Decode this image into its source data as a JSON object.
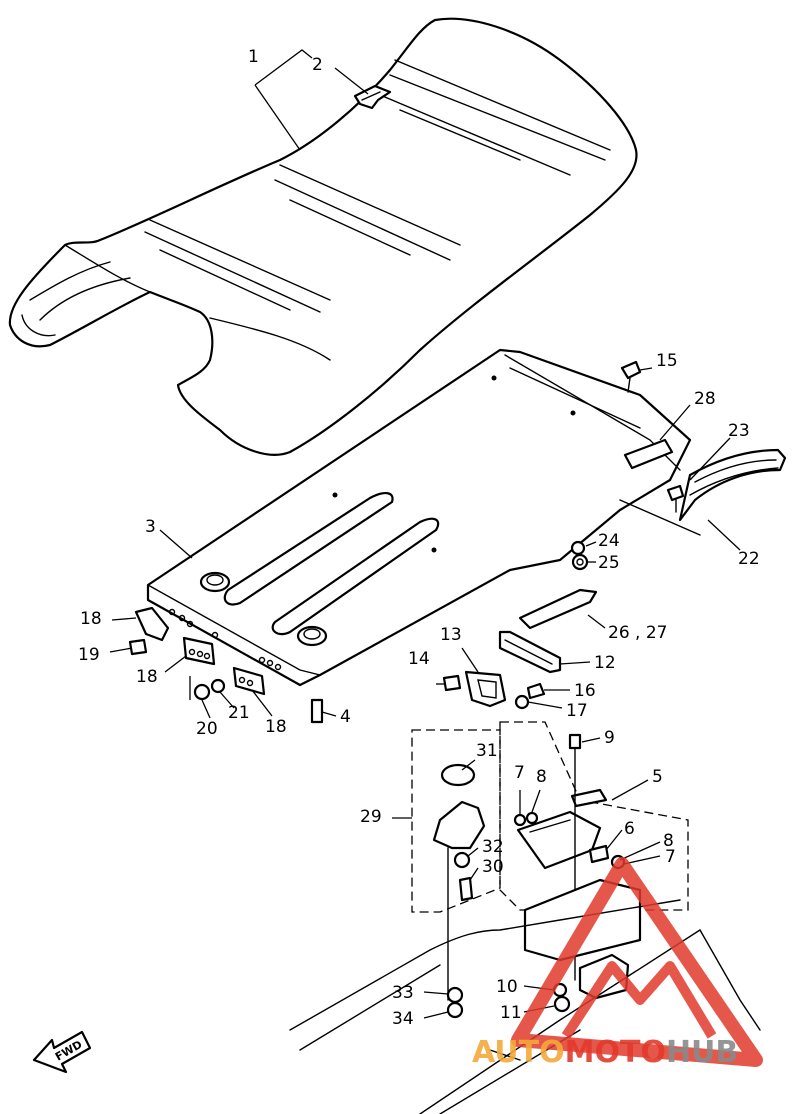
{
  "parts": [
    {
      "id": "1",
      "label": "1"
    },
    {
      "id": "2",
      "label": "2"
    },
    {
      "id": "3",
      "label": "3"
    },
    {
      "id": "4",
      "label": "4"
    },
    {
      "id": "5",
      "label": "5"
    },
    {
      "id": "6",
      "label": "6"
    },
    {
      "id": "7a",
      "label": "7"
    },
    {
      "id": "7b",
      "label": "7"
    },
    {
      "id": "8a",
      "label": "8"
    },
    {
      "id": "8b",
      "label": "8"
    },
    {
      "id": "9",
      "label": "9"
    },
    {
      "id": "10",
      "label": "10"
    },
    {
      "id": "11",
      "label": "11"
    },
    {
      "id": "12",
      "label": "12"
    },
    {
      "id": "13",
      "label": "13"
    },
    {
      "id": "14",
      "label": "14"
    },
    {
      "id": "15",
      "label": "15"
    },
    {
      "id": "16",
      "label": "16"
    },
    {
      "id": "17",
      "label": "17"
    },
    {
      "id": "18a",
      "label": "18"
    },
    {
      "id": "18b",
      "label": "18"
    },
    {
      "id": "18c",
      "label": "18"
    },
    {
      "id": "19",
      "label": "19"
    },
    {
      "id": "20",
      "label": "20"
    },
    {
      "id": "21",
      "label": "21"
    },
    {
      "id": "22",
      "label": "22"
    },
    {
      "id": "23",
      "label": "23"
    },
    {
      "id": "24",
      "label": "24"
    },
    {
      "id": "25",
      "label": "25"
    },
    {
      "id": "26-27",
      "label": "26 , 27"
    },
    {
      "id": "28",
      "label": "28"
    },
    {
      "id": "29",
      "label": "29"
    },
    {
      "id": "30",
      "label": "30"
    },
    {
      "id": "31",
      "label": "31"
    },
    {
      "id": "32",
      "label": "32"
    },
    {
      "id": "33",
      "label": "33"
    },
    {
      "id": "34",
      "label": "34"
    }
  ],
  "fwd_label": "FWD",
  "watermark": {
    "part1": "AUTO",
    "part2": "MOTO",
    "part3": "HUB",
    "color_orange": "#f4a83a",
    "color_red": "#e23a2c",
    "color_grey": "#8a8a8a"
  }
}
